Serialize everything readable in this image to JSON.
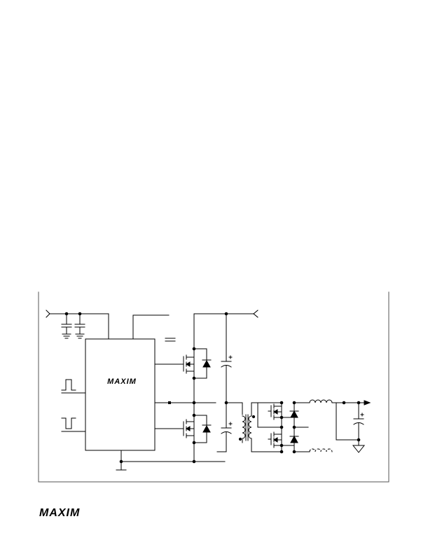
{
  "brand": {
    "ic_logo": "MAXIM",
    "footer_logo": "MAXIM"
  },
  "colors": {
    "ink": "#000000",
    "frame": "#555555",
    "background": "#ffffff"
  },
  "components": [
    "input-terminal",
    "input-decoupling-capacitor",
    "controller-ic",
    "square-wave-input",
    "high-side-mosfet",
    "low-side-mosfet",
    "body-diode",
    "split-bus-capacitor",
    "isolation-transformer",
    "synchronous-rectifier-mosfet",
    "output-inductor",
    "output-capacitor",
    "output-arrow",
    "ground-symbol"
  ]
}
